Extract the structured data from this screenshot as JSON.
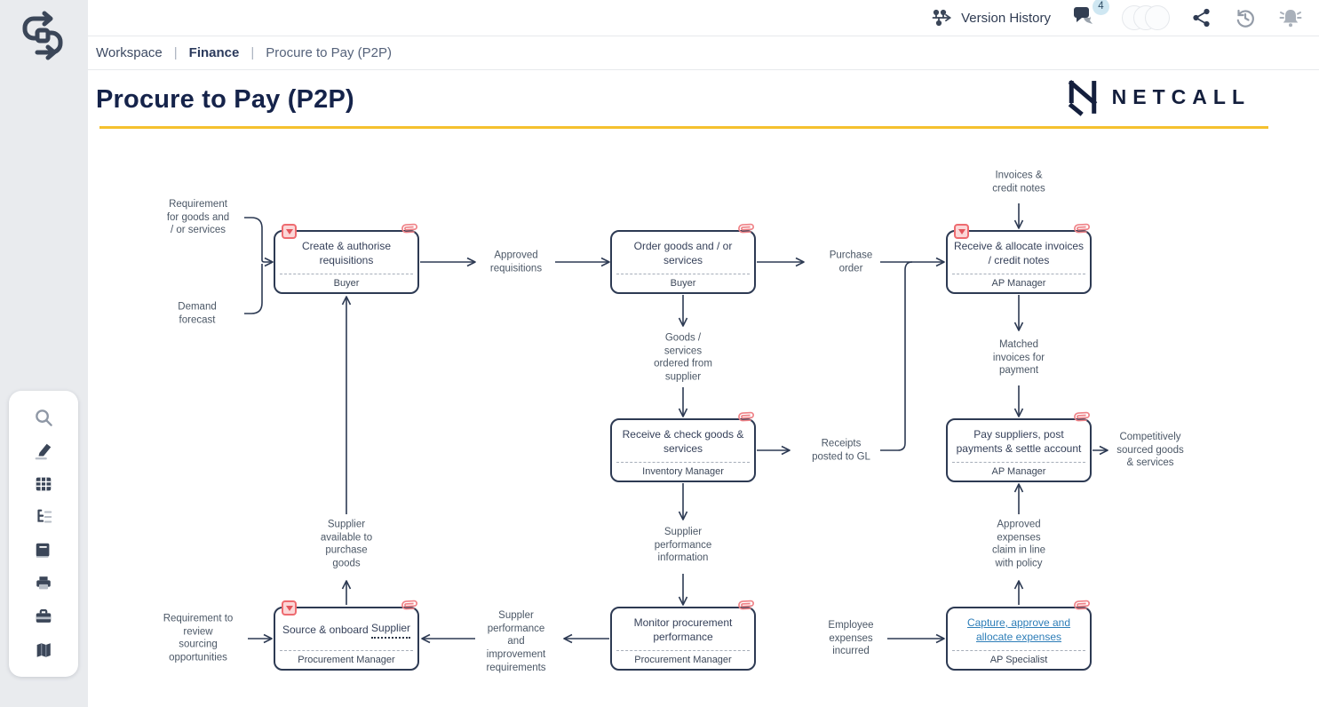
{
  "topbar": {
    "version_history_label": "Version History",
    "comments_count": "4",
    "icons": [
      "version-history-icon",
      "comments-icon",
      "avatar-group",
      "share-icon",
      "history-icon",
      "notifications-bell-icon"
    ]
  },
  "breadcrumb": {
    "separator": "|",
    "items": [
      "Workspace",
      "Finance",
      "Procure to Pay (P2P)"
    ]
  },
  "page": {
    "title": "Procure to Pay (P2P)",
    "brand": "NETCALL"
  },
  "sidebar": {
    "logo": "process-loop-icon",
    "tools": [
      "search",
      "highlighter",
      "table",
      "hierarchy",
      "book",
      "print",
      "briefcase",
      "map"
    ]
  },
  "colors": {
    "accent_yellow": "#F5C12E",
    "node_border": "#2D3A53",
    "badge_red": "#EE6B70",
    "link_blue": "#2E7EB8",
    "sidebar_bg": "#E9EBEE"
  },
  "diagram": {
    "nodes": [
      {
        "title": "Create & authorise requisitions",
        "role": "Buyer",
        "has_filter": true,
        "has_attachment": true
      },
      {
        "title": "Order goods and / or services",
        "role": "Buyer",
        "has_filter": false,
        "has_attachment": true
      },
      {
        "title": "Receive & allocate invoices / credit notes",
        "role": "AP Manager",
        "has_filter": true,
        "has_attachment": true
      },
      {
        "title": "Receive & check goods & services",
        "role": "Inventory Manager",
        "has_filter": false,
        "has_attachment": true
      },
      {
        "title": "Pay suppliers, post payments & settle account",
        "role": "AP Manager",
        "has_filter": false,
        "has_attachment": true
      },
      {
        "title": "Source & onboard Supplier",
        "title_main": "Source & onboard",
        "title_dotted": "Supplier",
        "role": "Procurement Manager",
        "has_filter": true,
        "has_attachment": true
      },
      {
        "title": "Monitor procurement performance",
        "role": "Procurement Manager",
        "has_filter": false,
        "has_attachment": true
      },
      {
        "title": "Capture, approve and allocate expenses",
        "role": "AP Specialist",
        "has_filter": false,
        "has_attachment": true,
        "is_link": true
      }
    ],
    "labels": {
      "requirement_goods": "Requirement\nfor goods and\n/ or services",
      "demand_forecast": "Demand\nforecast",
      "approved_requisitions": "Approved\nrequisitions",
      "purchase_order": "Purchase\norder",
      "invoices_credit_notes": "Invoices &\ncredit notes",
      "goods_services_ordered": "Goods /\nservices\nordered from\nsupplier",
      "matched_invoices": "Matched\ninvoices for\npayment",
      "receipts_posted": "Receipts\nposted to GL",
      "competitively_sourced": "Competitively\nsourced goods\n& services",
      "supplier_performance_info": "Supplier\nperformance\ninformation",
      "approved_expenses": "Approved\nexpenses\nclaim in line\nwith policy",
      "supplier_available": "Supplier\navailable to\npurchase\ngoods",
      "suppler_performance_improvement": "Suppler\nperformance\nand\nimprovement\nrequirements",
      "requirement_review": "Requirement to\nreview\nsourcing\nopportunities",
      "employee_expenses": "Employee\nexpenses\nincurred"
    }
  }
}
